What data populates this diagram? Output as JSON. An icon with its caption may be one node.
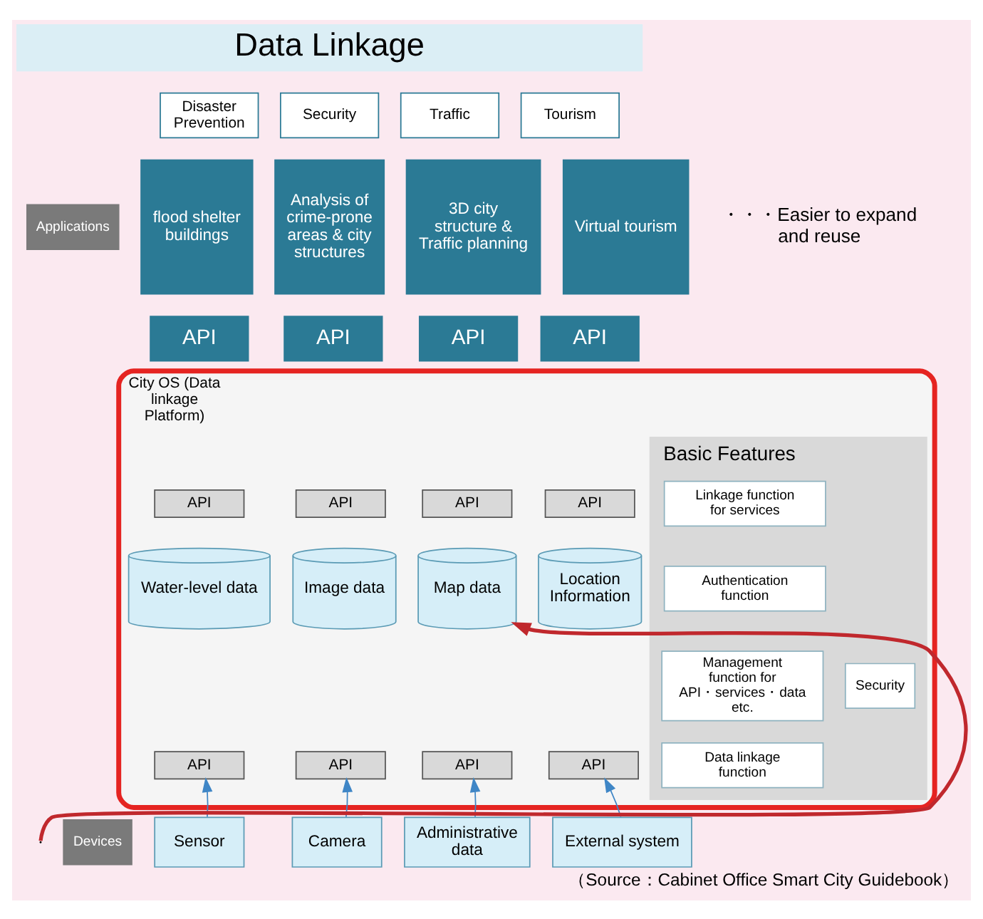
{
  "diagram": {
    "caption": "（Source：Cabinet Office Smart City Guidebook）",
    "nodes": [
      {
        "text": [
          "Data Linkage"
        ]
      },
      {
        "text": [
          "Applications"
        ]
      },
      {
        "text": [
          "Disaster Prevention"
        ]
      },
      {
        "text": [
          "flood shelter buildings"
        ]
      },
      {
        "text": [
          "API"
        ]
      },
      {
        "text": [
          "Security"
        ]
      },
      {
        "text": [
          "Analysis of crime-prone areas & city structures"
        ]
      },
      {
        "text": [
          "API"
        ]
      },
      {
        "text": [
          "Traffic"
        ]
      },
      {
        "text": [
          "3D city structure & Traffic planning"
        ]
      },
      {
        "text": [
          "API"
        ]
      },
      {
        "text": [
          "Tourism"
        ]
      },
      {
        "text": [
          "Virtual tourism"
        ]
      },
      {
        "text": [
          "API"
        ]
      },
      {
        "text": [
          "City OS (Data linkage Platform)"
        ]
      },
      {
        "text": [
          "API"
        ],
        "in": 14
      },
      {
        "text": [
          "Water-level data"
        ],
        "in": 14
      },
      {
        "text": [
          "API"
        ],
        "in": 14
      },
      {
        "text": [
          "API"
        ],
        "in": 14
      },
      {
        "text": [
          "Image data"
        ],
        "in": 14
      },
      {
        "text": [
          "API"
        ],
        "in": 14
      },
      {
        "text": [
          "API"
        ],
        "in": 14
      },
      {
        "text": [
          "Map data"
        ],
        "in": 14
      },
      {
        "text": [
          "API"
        ],
        "in": 14
      },
      {
        "text": [
          "API"
        ],
        "in": 14
      },
      {
        "text": [
          "Location Information"
        ],
        "in": 14
      },
      {
        "text": [
          "API"
        ],
        "in": 14
      },
      {
        "text": [
          "Basic Features"
        ],
        "in": 14
      },
      {
        "text": [
          "Linkage function for services"
        ],
        "in": 27
      },
      {
        "text": [
          "Authentication function"
        ],
        "in": 27
      },
      {
        "text": [
          "Management function for API・services・data etc."
        ],
        "in": 27
      },
      {
        "text": [
          "Data linkage function"
        ],
        "in": 27
      },
      {
        "text": [
          "Security"
        ],
        "in": 27
      },
      {
        "text": [
          "Devices"
        ]
      },
      {
        "text": [
          "Sensor"
        ]
      },
      {
        "text": [
          "Camera"
        ]
      },
      {
        "text": [
          "Administrative data"
        ]
      },
      {
        "text": [
          "External system"
        ]
      }
    ],
    "edges": [
      {
        "from": 34,
        "to": 17,
        "arrow": "to"
      },
      {
        "from": 35,
        "to": 20,
        "arrow": "to"
      },
      {
        "from": 36,
        "to": 23,
        "arrow": "to"
      },
      {
        "from": 37,
        "to": 26,
        "arrow": "to"
      },
      {
        "from": null,
        "to": 22,
        "arrow": "to",
        "style": "thick",
        "color": "#c0282d"
      }
    ],
    "labels": [
      "・・・Easier to expand and reuse"
    ]
  }
}
